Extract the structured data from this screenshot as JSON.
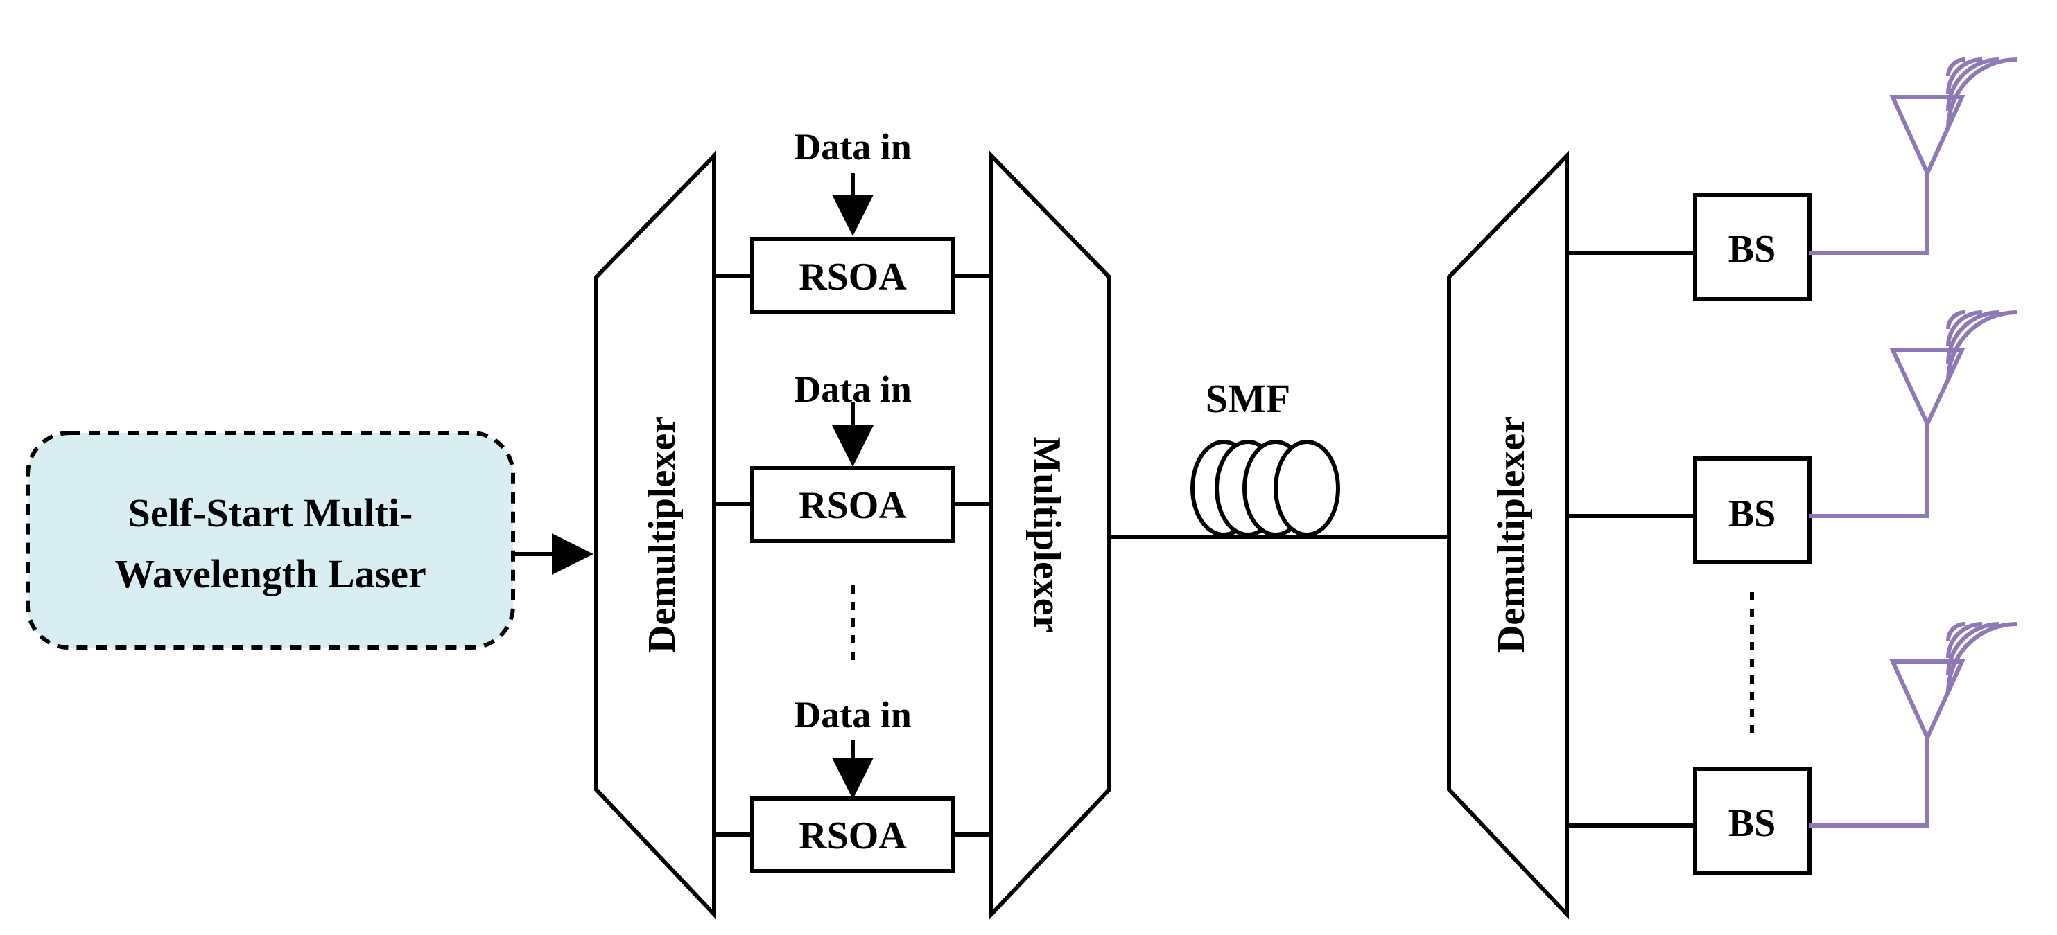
{
  "laser": {
    "line1": "Self-Start Multi-",
    "line2": "Wavelength Laser"
  },
  "demux_left": {
    "label": "Demultiplexer"
  },
  "mux": {
    "label": "Multiplexer"
  },
  "demux_right": {
    "label": "Demultiplexer"
  },
  "channels": [
    {
      "data_label": "Data in",
      "modulator": "RSOA"
    },
    {
      "data_label": "Data in",
      "modulator": "RSOA"
    },
    {
      "data_label": "Data in",
      "modulator": "RSOA"
    }
  ],
  "fiber": {
    "label": "SMF"
  },
  "base_stations": [
    "BS",
    "BS",
    "BS"
  ],
  "colors": {
    "laser_fill": "#D9EEF3",
    "antenna": "#8E78B6",
    "line": "#000000"
  }
}
